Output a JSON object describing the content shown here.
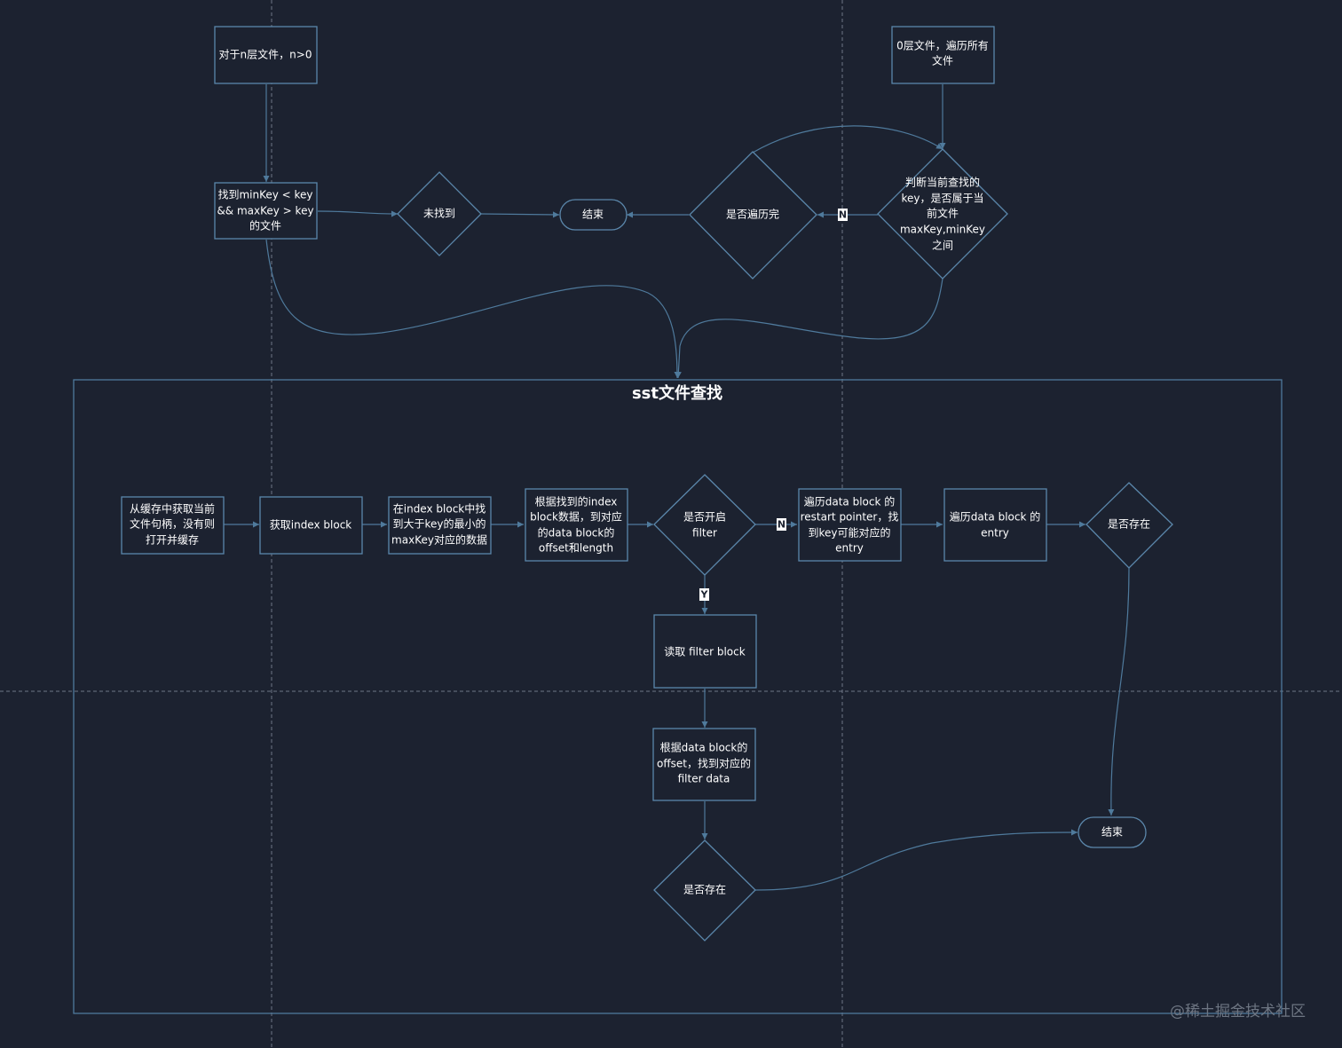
{
  "diagram": {
    "group_title": "sst文件查找",
    "nodes": {
      "n_level_file": "对于n层文件，n>0",
      "find_range_file": [
        "找到minKey < key",
        "&& maxKey > key",
        "的文件"
      ],
      "not_found": "未找到",
      "end_top": "结束",
      "traversed_all": "是否遍历完",
      "level0_files": [
        "0层文件，遍历所有",
        "文件"
      ],
      "check_range": [
        "判断当前查找的",
        "key，是否属于当",
        "前文件",
        "maxKey,minKey",
        "之间"
      ],
      "get_handle": [
        "从缓存中获取当前",
        "文件句柄，没有则",
        "打开并缓存"
      ],
      "get_index_block": "获取index block",
      "find_index": [
        "在index block中找",
        "到大于key的最小的",
        "maxKey对应的数据"
      ],
      "index_offset": [
        "根据找到的index",
        "block数据，到对应",
        "的data block的",
        "offset和length"
      ],
      "filter_enabled": [
        "是否开启",
        "filter"
      ],
      "traverse_data_block": [
        "遍历data block 的",
        "restart pointer，找",
        "到key可能对应的",
        "entry"
      ],
      "traverse_entry": [
        "遍历data block 的",
        "entry"
      ],
      "exists_right": "是否存在",
      "read_filter_block": "读取 filter block",
      "find_filter_data": [
        "根据data block的",
        "offset，找到对应的",
        "filter data"
      ],
      "exists_bottom": "是否存在",
      "end_bottom": "结束"
    },
    "edge_labels": {
      "no_label": "N",
      "yes_label": "Y"
    }
  },
  "watermark": "@稀土掘金技术社区"
}
